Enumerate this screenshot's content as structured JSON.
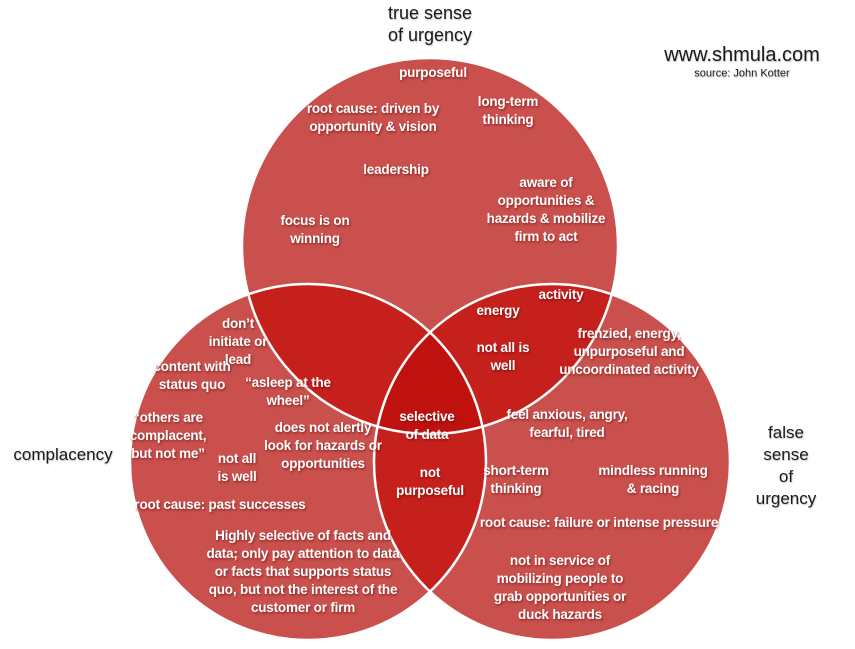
{
  "branding": {
    "site": "www.shmula.com",
    "source": "source: John Kotter"
  },
  "colors": {
    "single": "#CA504D",
    "double": "#C6201D",
    "triple": "#BF120F",
    "outline": "#FFFFFF",
    "label_text": "#1A1A1A",
    "circle_text": "#FFFFFF",
    "background": "#FFFFFF"
  },
  "venn": {
    "top": {
      "label": "true sense\nof urgency",
      "items": [
        "purposeful",
        "root cause: driven by\nopportunity & vision",
        "long-term\nthinking",
        "leadership",
        "aware of\nopportunities &\nhazards & mobilize\nfirm to act",
        "focus is on\nwinning"
      ]
    },
    "left": {
      "label": "complacency",
      "items": [
        "don’t\ninitiate or\nlead",
        "content with\nstatus quo",
        "“asleep at the\nwheel”",
        "“others are\ncomplacent,\nbut not me”",
        "not all\nis well",
        "does not alertly\nlook for hazards or\nopportunities",
        "root cause: past successes",
        "Highly selective of facts and\ndata; only pay attention to data\nor facts that supports status\nquo, but not the interest of the\ncustomer or firm"
      ]
    },
    "right": {
      "label": "false sense\nof urgency",
      "items": [
        "frenzied, energy,\nunpurposeful and\nuncoordinated activity",
        "feel anxious, angry,\nfearful, tired",
        "short-term\nthinking",
        "mindless running\n& racing",
        "root cause: failure or intense pressure",
        "not in service of\nmobilizing people to\ngrab opportunities or\nduck hazards"
      ]
    },
    "top_right_overlap": {
      "items": [
        "activity",
        "energy",
        "not all is\nwell"
      ]
    },
    "center_overlap": {
      "items": [
        "selective\nof data",
        "not\npurposeful"
      ]
    }
  }
}
